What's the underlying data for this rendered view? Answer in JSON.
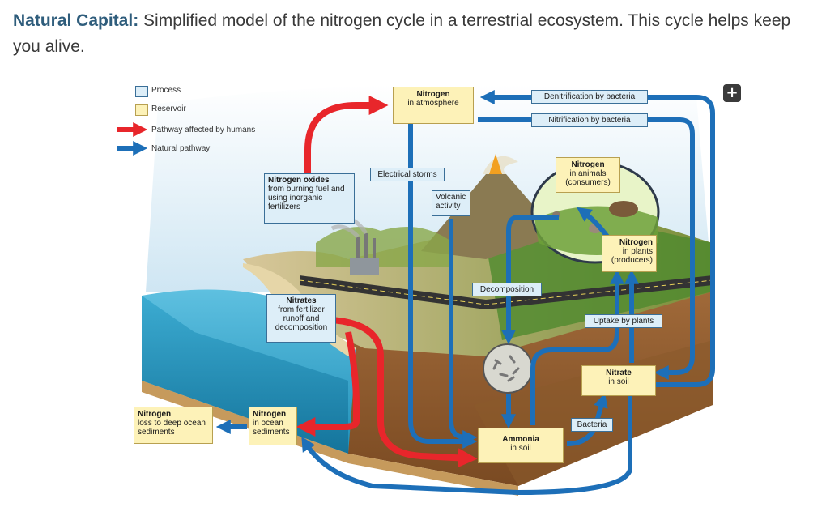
{
  "caption": {
    "bold": "Natural Capital:",
    "text": " Simplified model of the nitrogen cycle in a terrestrial ecosystem. This cycle helps keep you alive."
  },
  "legend": {
    "process": "Process",
    "reservoir": "Reservoir",
    "human": "Pathway affected by humans",
    "natural": "Natural pathway"
  },
  "labels": {
    "atm_title": "Nitrogen",
    "atm_sub": "in atmosphere",
    "denitrification": "Denitrification by bacteria",
    "nitrification": "Nitrification by bacteria",
    "oxides_title": "Nitrogen oxides",
    "oxides_sub": "from burning fuel and using inorganic fertilizers",
    "storms": "Electrical storms",
    "volcanic": "Volcanic activity",
    "animals_title": "Nitrogen",
    "animals_sub": "in animals (consumers)",
    "plants_title": "Nitrogen",
    "plants_sub": "in plants (producers)",
    "decomposition": "Decomposition",
    "nitrates_title": "Nitrates",
    "nitrates_sub": "from fertilizer runoff and decomposition",
    "uptake": "Uptake by plants",
    "nitrate_title": "Nitrate",
    "nitrate_sub": "in soil",
    "bacteria": "Bacteria",
    "ammonia_title": "Ammonia",
    "ammonia_sub": "in soil",
    "ocean_title": "Nitrogen",
    "ocean_sub": "in ocean sediments",
    "deep_title": "Nitrogen",
    "deep_sub": "loss to deep ocean sediments"
  },
  "colors": {
    "human": "#e8262b",
    "natural": "#1d6fb8",
    "process_fill": "#ddeef8",
    "reservoir_fill": "#fdf2b8",
    "caption_bold": "#2f5d7c"
  },
  "icons": {
    "expand": "plus-icon"
  }
}
